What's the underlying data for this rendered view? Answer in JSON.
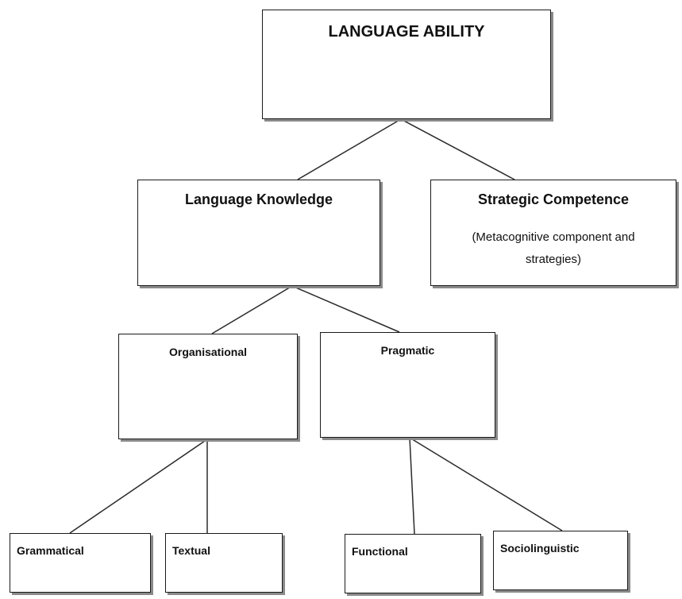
{
  "nodes": {
    "root": {
      "label": "LANGUAGE ABILITY"
    },
    "language_knowledge": {
      "label": "Language Knowledge"
    },
    "strategic_competence": {
      "label": "Strategic Competence",
      "note_line1": "(Metacognitive component and",
      "note_line2": "strategies)"
    },
    "organisational": {
      "label": "Organisational"
    },
    "pragmatic": {
      "label": "Pragmatic"
    },
    "grammatical": {
      "label": "Grammatical"
    },
    "textual": {
      "label": "Textual"
    },
    "functional": {
      "label": "Functional"
    },
    "sociolinguistic": {
      "label": "Sociolinguistic"
    }
  },
  "edges": [
    [
      "root",
      "language_knowledge"
    ],
    [
      "root",
      "strategic_competence"
    ],
    [
      "language_knowledge",
      "organisational"
    ],
    [
      "language_knowledge",
      "pragmatic"
    ],
    [
      "organisational",
      "grammatical"
    ],
    [
      "organisational",
      "textual"
    ],
    [
      "pragmatic",
      "functional"
    ],
    [
      "pragmatic",
      "sociolinguistic"
    ]
  ],
  "colors": {
    "line": "#2a2a2a",
    "border": "#1a1a1a",
    "shadow": "#8a8a8a"
  }
}
